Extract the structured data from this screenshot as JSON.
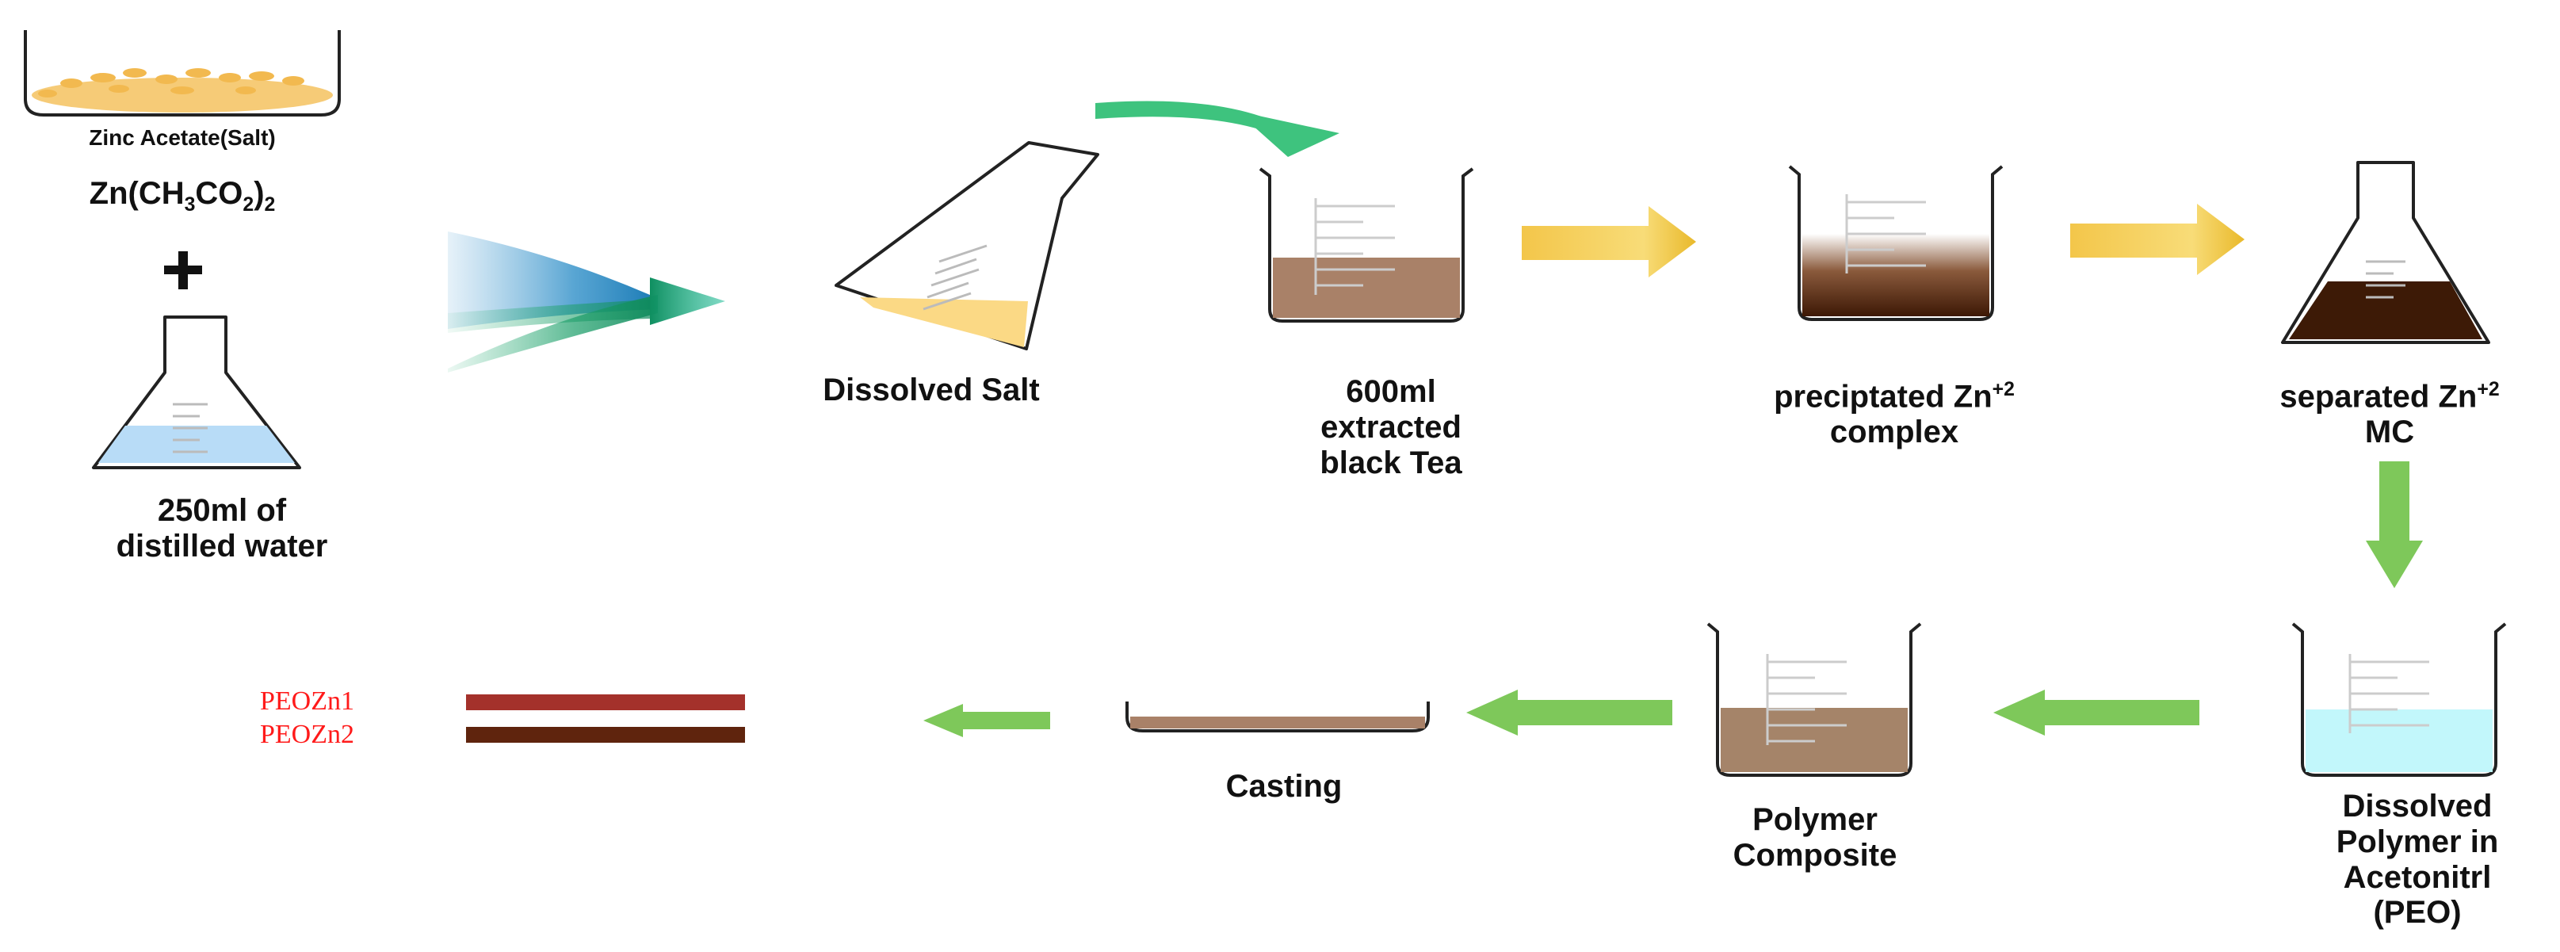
{
  "labels": {
    "salt_name": "Zinc Acetate(Salt)",
    "formula": {
      "base": "Zn(CH",
      "sub1": "3",
      "mid": "CO",
      "sub2": "2",
      "close": ")",
      "sub3": "2"
    },
    "plus": "+",
    "water": [
      "250ml of",
      "distilled water"
    ],
    "dissolved_salt": "Dissolved Salt",
    "black_tea": [
      "600ml",
      "extracted",
      "black Tea"
    ],
    "precipitated": {
      "line1": "preciptated Zn",
      "sup": "+2",
      "line2": "complex"
    },
    "separated": {
      "line1": "separated Zn",
      "sup": "+2",
      "line2": "MC"
    },
    "dissolved_polymer": [
      "Dissolved",
      "Polymer in",
      "Acetonitrl",
      "(PEO)"
    ],
    "polymer_composite": [
      "Polymer",
      "Composite"
    ],
    "casting": "Casting",
    "film1": "PEOZn1",
    "film2": "PEOZn2"
  },
  "colors": {
    "salt_grains": "#f5c870",
    "water": "#b8dcf7",
    "dissolved_salt": "#fbd985",
    "tea": "#a98168",
    "precipitate": "#4a2208",
    "separated": "#3d1a06",
    "peo_solution": "#c2f7fb",
    "composite": "#a58469",
    "film1": "#a4312b",
    "film2": "#5f240d",
    "arrow_green": "#7ec85a",
    "arrow_gold": "#f0c83c",
    "arrow_teal": "#1aa472",
    "arrow_curve": "#3ec37e"
  },
  "icons": [
    "beaker-icon",
    "conical-flask-icon",
    "tilted-flask-icon",
    "petri-dish-icon",
    "arrow-icon",
    "plus-icon"
  ]
}
